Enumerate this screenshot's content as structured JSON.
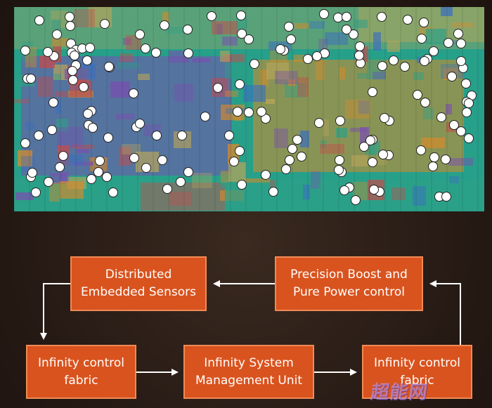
{
  "diagram": {
    "nodes": {
      "sensors": [
        "Distributed",
        "Embedded Sensors"
      ],
      "boost": [
        "Precision Boost and",
        "Pure Power control"
      ],
      "fabric_left": [
        "Infinity control",
        "fabric"
      ],
      "smu": [
        "Infinity System",
        "Management Unit"
      ],
      "fabric_right": [
        "Infinity control",
        "fabric"
      ]
    },
    "edges": [
      {
        "from": "boost",
        "to": "sensors"
      },
      {
        "from": "sensors",
        "to": "fabric_left"
      },
      {
        "from": "fabric_left",
        "to": "smu"
      },
      {
        "from": "smu",
        "to": "fabric_right"
      },
      {
        "from": "fabric_right",
        "to": "boost"
      }
    ]
  },
  "die_image": {
    "sensor_marker_color": "#ffffff",
    "palette": [
      "#2f9f86",
      "#7a4fb0",
      "#d98a2a",
      "#c74a4a",
      "#3b6fbf",
      "#b8a55a"
    ]
  },
  "colors": {
    "node_fill": "#d9531e",
    "node_border": "#f08a55",
    "arrow": "#ffffff",
    "background": "#2a1d17"
  },
  "watermark": {
    "text": "超能网"
  }
}
